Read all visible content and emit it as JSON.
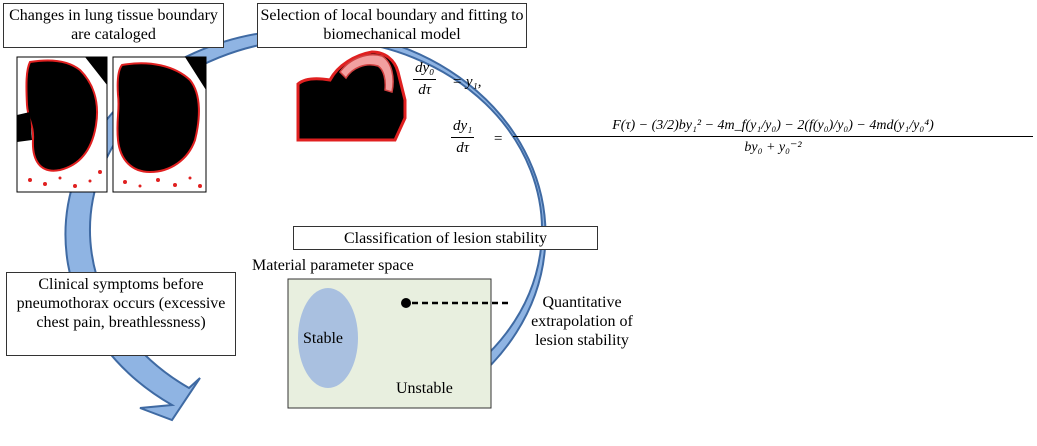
{
  "boxes": {
    "cataloged": "Changes in lung tissue boundary are cataloged",
    "selection": "Selection of local boundary and fitting to biomechanical model",
    "classification": "Classification of lesion stability",
    "clinical": "Clinical symptoms before pneumothorax occurs (excessive chest pain, breathlessness)"
  },
  "parameter_space": {
    "title": "Material parameter space",
    "stable_label": "Stable",
    "unstable_label": "Unstable",
    "extrapolation_label": "Quantitative extrapolation of lesion stability"
  },
  "equations": {
    "eq1_num": "dy₀",
    "eq1_den": "dτ",
    "eq1_rhs": "= y₁,",
    "eq2_num": "dy₁",
    "eq2_den": "dτ",
    "eq2_eq": "=",
    "eq2_rhs_num": "F(τ) − (3/2)by₁² − 4m_f(y₁/y₀) − 2(f(y₀)/y₀) − 4md(y₁/y₀⁴)",
    "eq2_rhs_den": "by₀ + y₀⁻²"
  },
  "colors": {
    "arrow_fill": "#8fb4e3",
    "arrow_stroke": "#3f6aa3",
    "param_bg": "#e8efdf",
    "stable_fill": "#a9c0e0",
    "lesion_red": "#e02020"
  }
}
